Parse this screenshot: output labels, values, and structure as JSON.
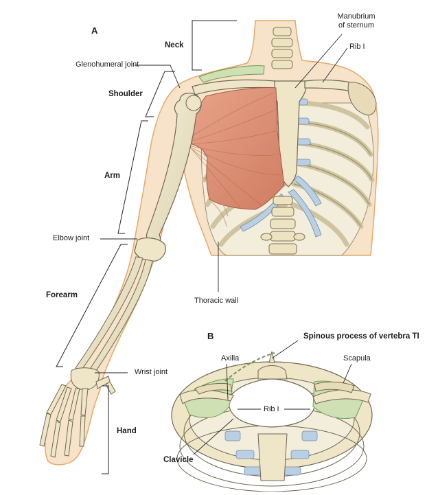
{
  "panels": {
    "a": "A",
    "b": "B"
  },
  "labels": {
    "neck": "Neck",
    "shoulder": "Shoulder",
    "arm": "Arm",
    "forearm": "Forearm",
    "hand": "Hand",
    "glenohumeral_joint": "Glenohumeral joint",
    "elbow_joint": "Elbow joint",
    "wrist_joint": "Wrist joint",
    "manubrium_line1": "Manubrium",
    "manubrium_line2": "of sternum",
    "rib_i_top": "Rib I",
    "thoracic_wall": "Thoracic wall",
    "spinous_process": "Spinous process of vertebra TI",
    "axilla": "Axilla",
    "scapula": "Scapula",
    "rib_i_bottom": "Rib I",
    "clavicle": "Clavicle"
  },
  "colors": {
    "skin": "#f6e3c9",
    "skin_outline": "#e4a86a",
    "bone": "#efe6c8",
    "bone_outline": "#6e6650",
    "cartilage": "#b9cfe3",
    "muscle": "#dc8f72",
    "muscle_line": "#b85e45",
    "axilla_green": "#cfe0b4",
    "axilla_outline": "#6f9a52",
    "leader": "#222222"
  }
}
